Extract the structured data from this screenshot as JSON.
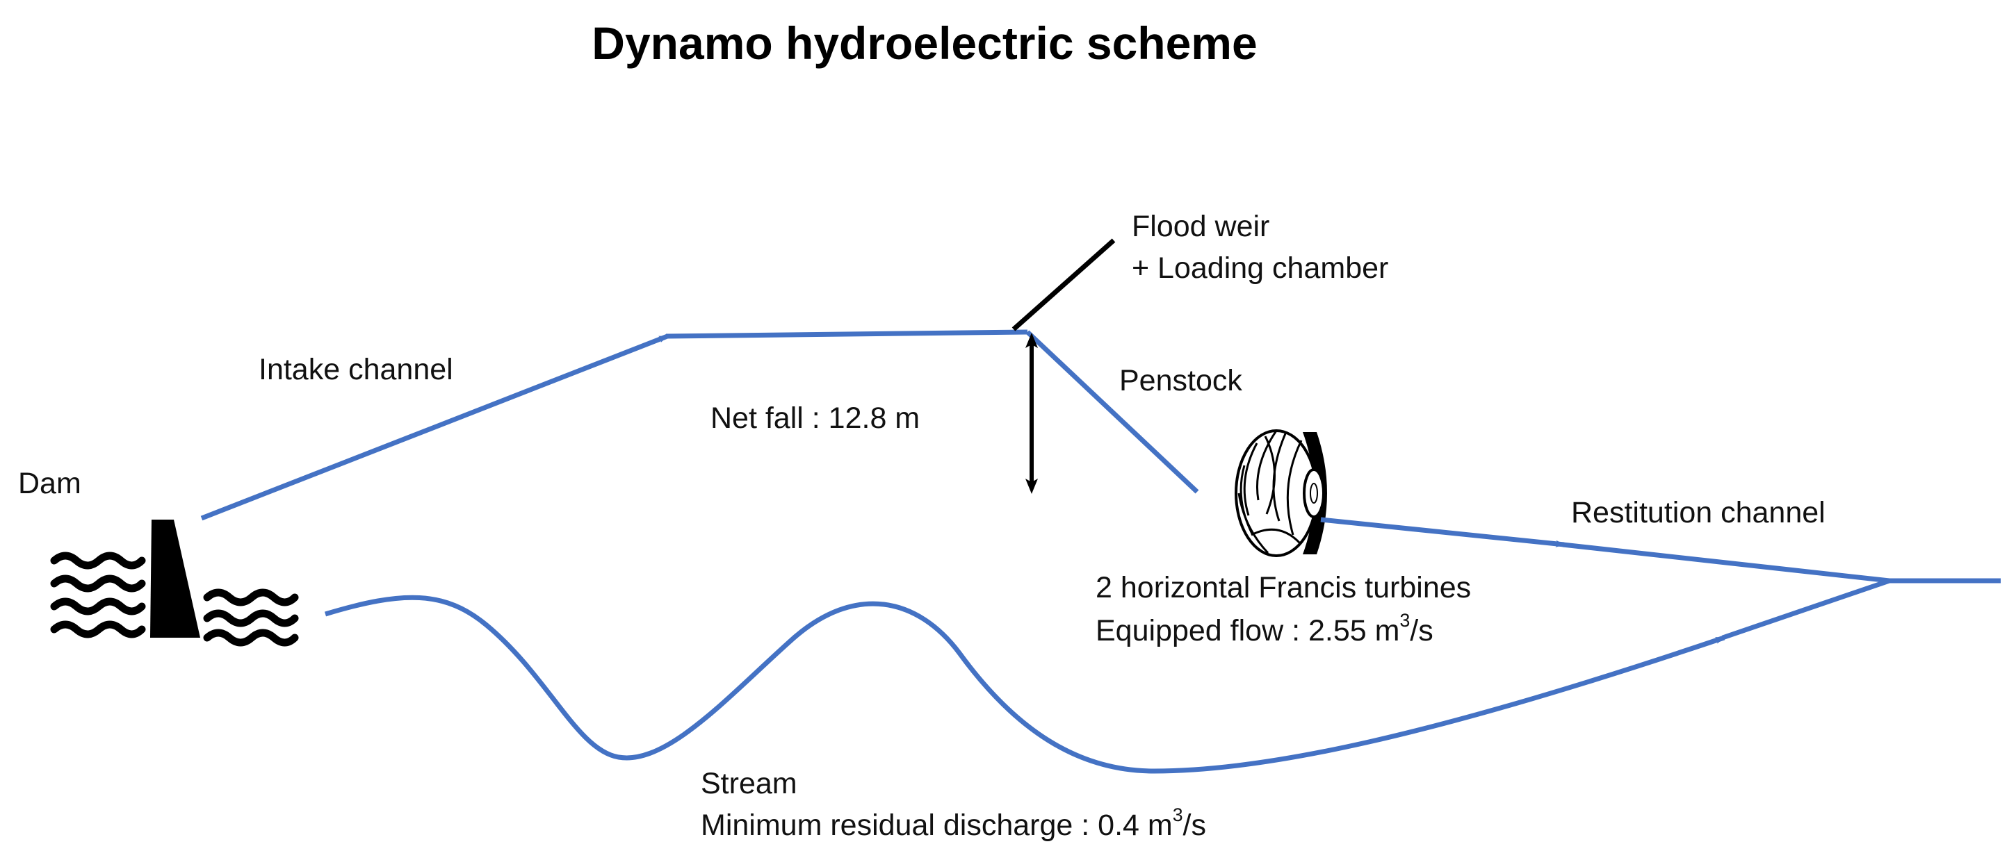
{
  "title": "Dynamo hydroelectric scheme",
  "colors": {
    "water_line": "#4472C4",
    "ink": "#000000"
  },
  "icons": {
    "dam": "dam-icon",
    "turbine": "francis-turbine-icon"
  },
  "labels": {
    "dam": "Dam",
    "intake_channel": "Intake channel",
    "net_fall": "Net fall : 12.8 m",
    "flood_weir_line1": "Flood weir",
    "flood_weir_line2": "+ Loading chamber",
    "penstock": "Penstock",
    "restitution_channel": "Restitution channel",
    "turbines_line1": "2 horizontal Francis turbines",
    "equipped_flow_prefix": "Equipped flow : 2.55 m",
    "equipped_flow_exp": "3",
    "equipped_flow_suffix": "/s",
    "stream": "Stream",
    "residual_prefix": "Minimum residual discharge : 0.4 m",
    "residual_exp": "3",
    "residual_suffix": "/s"
  }
}
